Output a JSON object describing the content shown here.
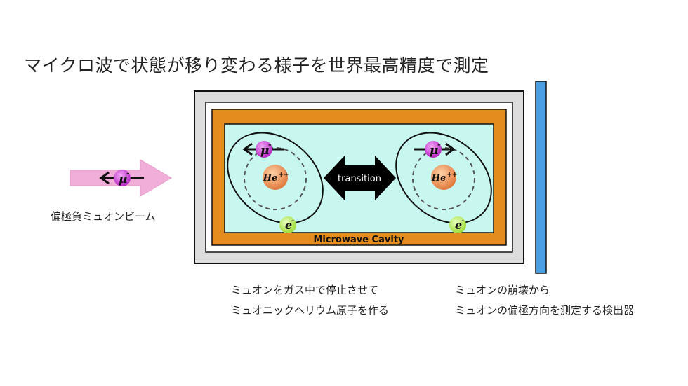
{
  "title": "マイクロ波で状態が移り変わる様子を世界最高精度で測定",
  "beam_label": "偏極負ミュオンビーム",
  "cavity_label": "Microwave Cavity",
  "transition_label": "transition",
  "particles": {
    "muon": "μ",
    "muon_charge": "-",
    "electron": "e",
    "electron_charge": "-",
    "helium": "He",
    "helium_charge": "++"
  },
  "captions": {
    "left_line1": "ミュオンをガス中で停止させて",
    "left_line2": "ミュオニックヘリウム原子を作る",
    "right_line1": "ミュオンの崩壊から",
    "right_line2": "ミュオンの偏極方向を測定する検出器"
  },
  "colors": {
    "beam_arrow": "#f0aed8",
    "muon": "#c53bd0",
    "helium": "#e98a52",
    "electron": "#b4ec5a",
    "cavity_orange": "#e48c1e",
    "cavity_inner": "#c8f7f0",
    "outer_frame": "#dddddd",
    "detector": "#4a9fe0"
  }
}
